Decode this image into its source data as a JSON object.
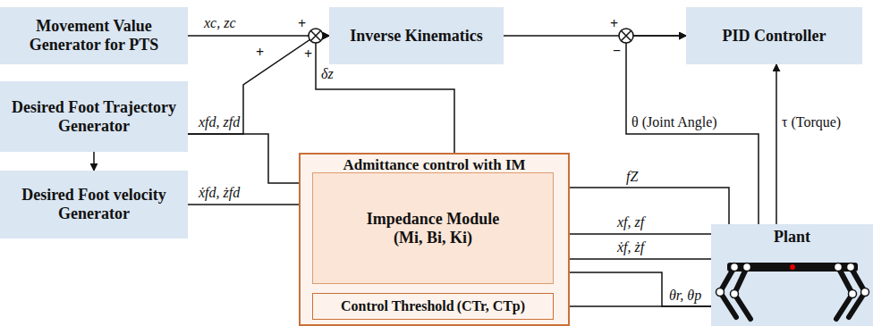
{
  "diagram": {
    "nodes": [
      {
        "text": [
          "Movement Value Generator for PTS"
        ]
      },
      {
        "text": [
          "Inverse Kinematics"
        ]
      },
      {
        "text": [
          "PID Controller"
        ]
      },
      {
        "text": [
          "Desired Foot Trajectory Generator"
        ]
      },
      {
        "text": [
          "Desired Foot velocity Generator"
        ]
      },
      {
        "text": [
          "Admittance control with IM"
        ]
      },
      {
        "text": [
          "Impedance Module",
          "(Mi, Bi, Ki)"
        ],
        "in": 5
      },
      {
        "text": [
          "Control Threshold",
          "(CTr, CTp)"
        ],
        "in": 5
      },
      {
        "text": [
          "Plant"
        ]
      }
    ],
    "edges": [
      {
        "from": 0,
        "to": 1,
        "arrow": "to",
        "label": "xc, zc"
      },
      {
        "from": 3,
        "to": 1,
        "arrow": "to"
      },
      {
        "from": 5,
        "to": 1,
        "arrow": "to",
        "label": "δz"
      },
      {
        "from": 1,
        "to": 2,
        "arrow": "to"
      },
      {
        "from": 8,
        "to": 2,
        "arrow": "to",
        "label": "θ (Joint Angle)"
      },
      {
        "from": 8,
        "to": 2,
        "arrow": "to",
        "label": "τ (Torque)"
      },
      {
        "from": 3,
        "to": 4,
        "arrow": "to"
      },
      {
        "from": 3,
        "to": 6,
        "arrow": "to",
        "label": "xfd, zfd"
      },
      {
        "from": 4,
        "to": 6,
        "arrow": "to",
        "label": "ẋfd, żfd"
      },
      {
        "from": 8,
        "to": 6,
        "arrow": "to",
        "label": "fZ"
      },
      {
        "from": 8,
        "to": 6,
        "arrow": "to",
        "label": "xf, zf"
      },
      {
        "from": 8,
        "to": 6,
        "arrow": "to",
        "label": "ẋf, żf"
      },
      {
        "from": 8,
        "to": 6,
        "arrow": "to"
      },
      {
        "from": 8,
        "to": 7,
        "arrow": "to",
        "label": "θr, θp"
      }
    ],
    "labels": [
      "+",
      "+",
      "+",
      "+",
      "−"
    ]
  }
}
